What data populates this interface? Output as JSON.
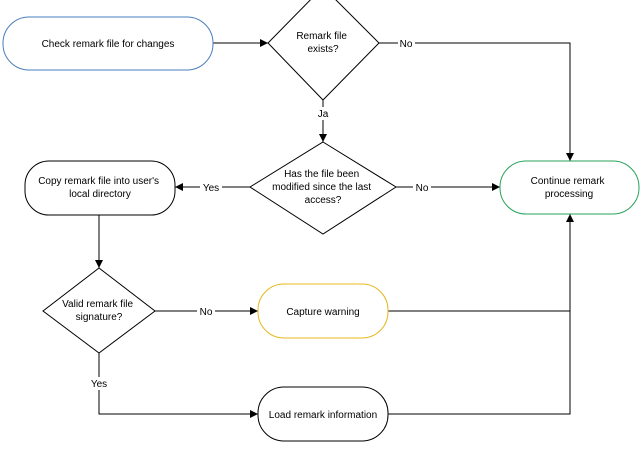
{
  "diagram": {
    "nodes": {
      "check": {
        "lines": [
          "Check remark file for changes"
        ],
        "border": "#4a7ebb"
      },
      "exists": {
        "lines": [
          "Remark file",
          "exists?"
        ]
      },
      "modified": {
        "lines": [
          "Has the file been",
          "modified since the last",
          "access?"
        ]
      },
      "copy": {
        "lines": [
          "Copy remark file into user's",
          "local directory"
        ]
      },
      "continue": {
        "lines": [
          "Continue remark",
          "processing"
        ],
        "border": "#27a35b"
      },
      "valid": {
        "lines": [
          "Valid remark file",
          "signature?"
        ]
      },
      "capture": {
        "lines": [
          "Capture warning"
        ],
        "border": "#e6b81c"
      },
      "load": {
        "lines": [
          "Load remark information"
        ]
      }
    },
    "edges": {
      "exists_no": "No",
      "exists_ja": "Ja",
      "modified_yes": "Yes",
      "modified_no": "No",
      "valid_no": "No",
      "valid_yes": "Yes"
    }
  }
}
